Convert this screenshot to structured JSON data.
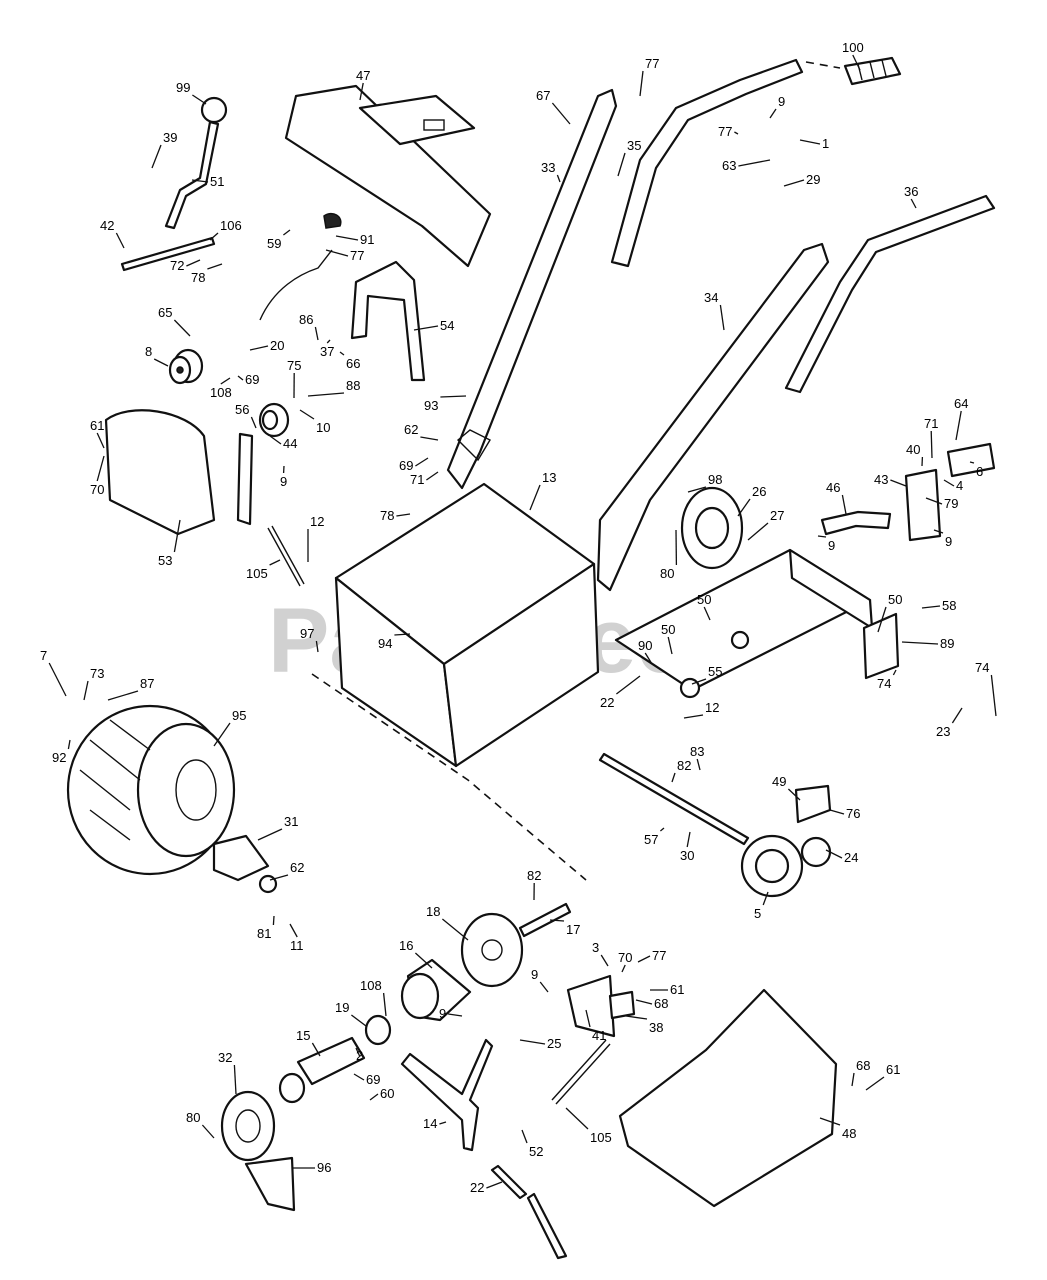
{
  "watermark": "PartsTree",
  "callouts": [
    {
      "id": "c100",
      "text": "100"
    },
    {
      "id": "c77a",
      "text": "77"
    },
    {
      "id": "c99",
      "text": "99"
    },
    {
      "id": "c47",
      "text": "47"
    },
    {
      "id": "c67",
      "text": "67"
    },
    {
      "id": "c9a",
      "text": "9"
    },
    {
      "id": "c77b",
      "text": "77"
    },
    {
      "id": "c1",
      "text": "1"
    },
    {
      "id": "c39",
      "text": "39"
    },
    {
      "id": "c33",
      "text": "33"
    },
    {
      "id": "c35",
      "text": "35"
    },
    {
      "id": "c63",
      "text": "63"
    },
    {
      "id": "c29",
      "text": "29"
    },
    {
      "id": "c51",
      "text": "51"
    },
    {
      "id": "c36",
      "text": "36"
    },
    {
      "id": "c42",
      "text": "42"
    },
    {
      "id": "c106",
      "text": "106"
    },
    {
      "id": "c59",
      "text": "59"
    },
    {
      "id": "c91",
      "text": "91"
    },
    {
      "id": "c77c",
      "text": "77"
    },
    {
      "id": "c72",
      "text": "72"
    },
    {
      "id": "c78a",
      "text": "78"
    },
    {
      "id": "c34",
      "text": "34"
    },
    {
      "id": "c65",
      "text": "65"
    },
    {
      "id": "c86",
      "text": "86"
    },
    {
      "id": "c54",
      "text": "54"
    },
    {
      "id": "c20",
      "text": "20"
    },
    {
      "id": "c37",
      "text": "37"
    },
    {
      "id": "c66",
      "text": "66"
    },
    {
      "id": "c8",
      "text": "8"
    },
    {
      "id": "c69a",
      "text": "69"
    },
    {
      "id": "c75",
      "text": "75"
    },
    {
      "id": "c88",
      "text": "88"
    },
    {
      "id": "c108a",
      "text": "108"
    },
    {
      "id": "c93",
      "text": "93"
    },
    {
      "id": "c56",
      "text": "56"
    },
    {
      "id": "c10",
      "text": "10"
    },
    {
      "id": "c44",
      "text": "44"
    },
    {
      "id": "c61a",
      "text": "61"
    },
    {
      "id": "c62a",
      "text": "62"
    },
    {
      "id": "c64",
      "text": "64"
    },
    {
      "id": "c71a",
      "text": "71"
    },
    {
      "id": "c69b",
      "text": "69"
    },
    {
      "id": "c71b",
      "text": "71"
    },
    {
      "id": "c40",
      "text": "40"
    },
    {
      "id": "c70a",
      "text": "70"
    },
    {
      "id": "c98",
      "text": "98"
    },
    {
      "id": "c6",
      "text": "6"
    },
    {
      "id": "c13",
      "text": "13"
    },
    {
      "id": "c43",
      "text": "43"
    },
    {
      "id": "c4",
      "text": "4"
    },
    {
      "id": "c9b",
      "text": "9"
    },
    {
      "id": "c26",
      "text": "26"
    },
    {
      "id": "c46",
      "text": "46"
    },
    {
      "id": "c79",
      "text": "79"
    },
    {
      "id": "c78b",
      "text": "78"
    },
    {
      "id": "c27",
      "text": "27"
    },
    {
      "id": "c12a",
      "text": "12"
    },
    {
      "id": "c9c",
      "text": "9"
    },
    {
      "id": "c9d",
      "text": "9"
    },
    {
      "id": "c53",
      "text": "53"
    },
    {
      "id": "c105a",
      "text": "105"
    },
    {
      "id": "c80a",
      "text": "80"
    },
    {
      "id": "c50a",
      "text": "50"
    },
    {
      "id": "c50b",
      "text": "50"
    },
    {
      "id": "c58",
      "text": "58"
    },
    {
      "id": "c97",
      "text": "97"
    },
    {
      "id": "c94",
      "text": "94"
    },
    {
      "id": "c50c",
      "text": "50"
    },
    {
      "id": "c89",
      "text": "89"
    },
    {
      "id": "c90",
      "text": "90"
    },
    {
      "id": "c55",
      "text": "55"
    },
    {
      "id": "c7",
      "text": "7"
    },
    {
      "id": "c73",
      "text": "73"
    },
    {
      "id": "c87",
      "text": "87"
    },
    {
      "id": "c74a",
      "text": "74"
    },
    {
      "id": "c74b",
      "text": "74"
    },
    {
      "id": "c22a",
      "text": "22"
    },
    {
      "id": "c12b",
      "text": "12"
    },
    {
      "id": "c95",
      "text": "95"
    },
    {
      "id": "c23",
      "text": "23"
    },
    {
      "id": "c92",
      "text": "92"
    },
    {
      "id": "c83",
      "text": "83"
    },
    {
      "id": "c82a",
      "text": "82"
    },
    {
      "id": "c49",
      "text": "49"
    },
    {
      "id": "c76",
      "text": "76"
    },
    {
      "id": "c31",
      "text": "31"
    },
    {
      "id": "c57",
      "text": "57"
    },
    {
      "id": "c30",
      "text": "30"
    },
    {
      "id": "c24",
      "text": "24"
    },
    {
      "id": "c62b",
      "text": "62"
    },
    {
      "id": "c5",
      "text": "5"
    },
    {
      "id": "c81",
      "text": "81"
    },
    {
      "id": "c11",
      "text": "11"
    },
    {
      "id": "c82b",
      "text": "82"
    },
    {
      "id": "c18",
      "text": "18"
    },
    {
      "id": "c17",
      "text": "17"
    },
    {
      "id": "c16",
      "text": "16"
    },
    {
      "id": "c3",
      "text": "3"
    },
    {
      "id": "c70b",
      "text": "70"
    },
    {
      "id": "c77d",
      "text": "77"
    },
    {
      "id": "c9e",
      "text": "9"
    },
    {
      "id": "c61b",
      "text": "61"
    },
    {
      "id": "c68a",
      "text": "68"
    },
    {
      "id": "c108b",
      "text": "108"
    },
    {
      "id": "c41",
      "text": "41"
    },
    {
      "id": "c38",
      "text": "38"
    },
    {
      "id": "c19",
      "text": "19"
    },
    {
      "id": "c9f",
      "text": "9"
    },
    {
      "id": "c25",
      "text": "25"
    },
    {
      "id": "c2",
      "text": "2"
    },
    {
      "id": "c15",
      "text": "15"
    },
    {
      "id": "c32",
      "text": "32"
    },
    {
      "id": "c69c",
      "text": "69"
    },
    {
      "id": "c60",
      "text": "60"
    },
    {
      "id": "c68b",
      "text": "68"
    },
    {
      "id": "c61c",
      "text": "61"
    },
    {
      "id": "c105b",
      "text": "105"
    },
    {
      "id": "c14",
      "text": "14"
    },
    {
      "id": "c80b",
      "text": "80"
    },
    {
      "id": "c52",
      "text": "52"
    },
    {
      "id": "c48",
      "text": "48"
    },
    {
      "id": "c96",
      "text": "96"
    },
    {
      "id": "c22b",
      "text": "22"
    }
  ]
}
